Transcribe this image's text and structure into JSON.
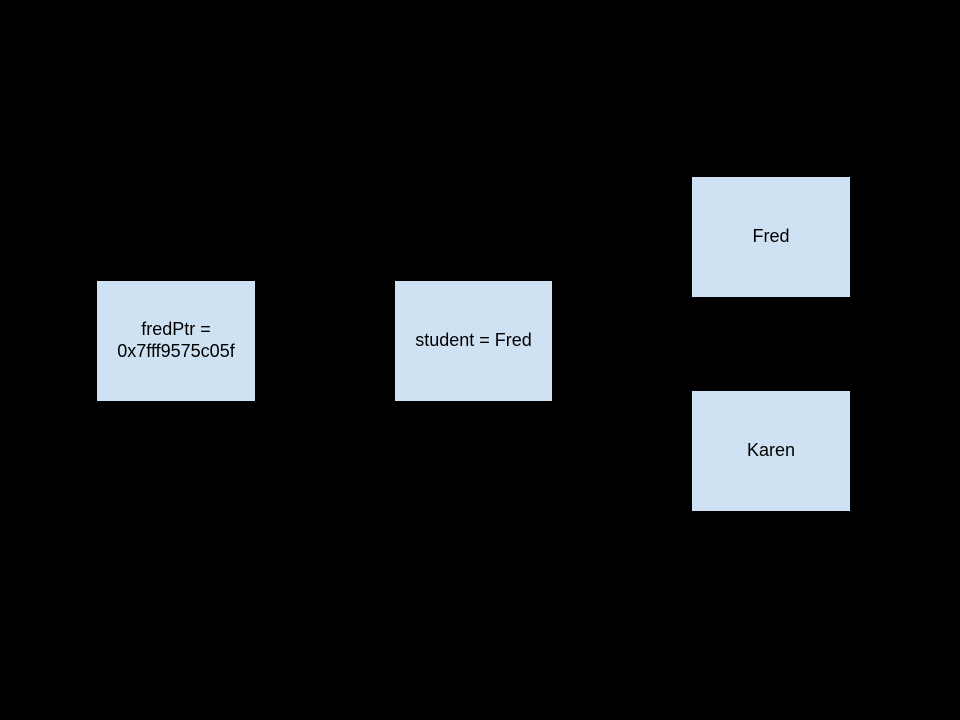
{
  "diagram": {
    "background_color": "#000000",
    "node_fill_color": "#cfe2f3",
    "node_text_color": "#000000",
    "nodes": [
      {
        "id": "fredptr-box",
        "label": "fredPtr =\n0x7fff9575c05f"
      },
      {
        "id": "student-box",
        "label": "student = Fred"
      },
      {
        "id": "fred-box",
        "label": "Fred"
      },
      {
        "id": "karen-box",
        "label": "Karen"
      }
    ]
  }
}
